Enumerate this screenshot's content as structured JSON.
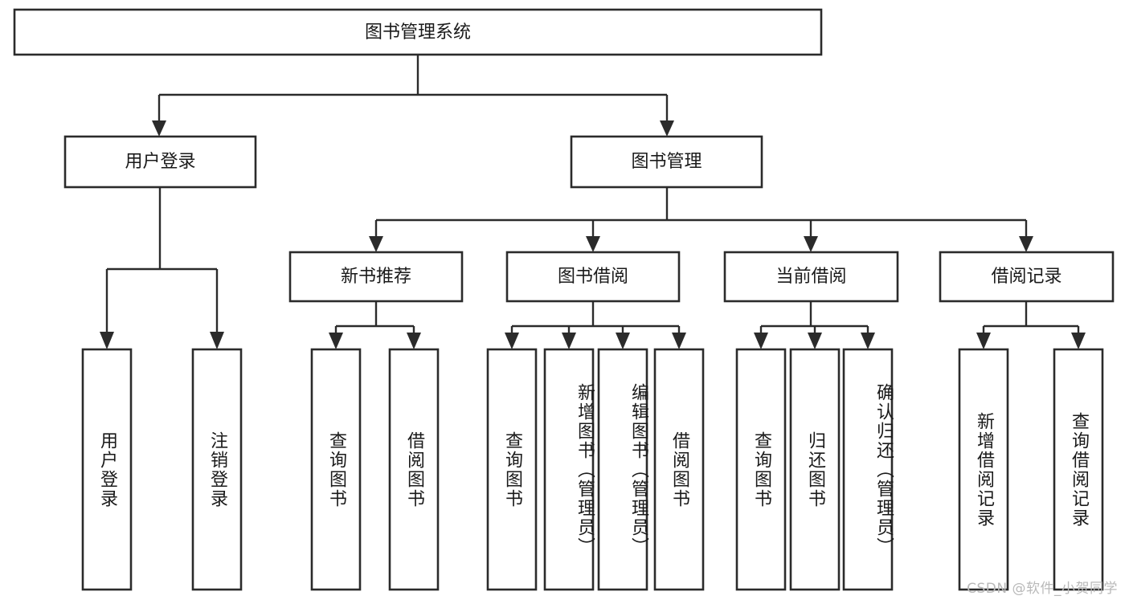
{
  "diagram": {
    "title": "图书管理系统",
    "type": "tree-hierarchy",
    "orientation": "top-down",
    "watermark": "CSDN @软件_小贺同学",
    "colors": {
      "box_stroke": "#2b2b2b",
      "box_fill": "#ffffff",
      "connector": "#2b2b2b",
      "text": "#1a1a1a",
      "background": "#ffffff",
      "watermark": "#b9b9b9"
    },
    "levels": {
      "root": {
        "label": "图书管理系统"
      },
      "level2": [
        {
          "id": "user-login",
          "label": "用户登录"
        },
        {
          "id": "book-management",
          "label": "图书管理"
        }
      ],
      "level3": [
        {
          "id": "new-book-recommend",
          "label": "新书推荐",
          "parent": "book-management"
        },
        {
          "id": "book-borrow",
          "label": "图书借阅",
          "parent": "book-management"
        },
        {
          "id": "current-borrow",
          "label": "当前借阅",
          "parent": "book-management"
        },
        {
          "id": "borrow-record",
          "label": "借阅记录",
          "parent": "book-management"
        }
      ],
      "leaves": [
        {
          "id": "leaf-user-login",
          "label": "用户登录",
          "parent": "user-login"
        },
        {
          "id": "leaf-logout-login",
          "label": "注销登录",
          "parent": "user-login"
        },
        {
          "id": "leaf-query-book-1",
          "label": "查询图书",
          "parent": "new-book-recommend"
        },
        {
          "id": "leaf-borrow-book-1",
          "label": "借阅图书",
          "parent": "new-book-recommend"
        },
        {
          "id": "leaf-query-book-2",
          "label": "查询图书",
          "parent": "book-borrow"
        },
        {
          "id": "leaf-add-book-admin",
          "label": "新增图书（管理员）",
          "parent": "book-borrow"
        },
        {
          "id": "leaf-edit-book-admin",
          "label": "编辑图书（管理员）",
          "parent": "book-borrow"
        },
        {
          "id": "leaf-borrow-book-2",
          "label": "借阅图书",
          "parent": "book-borrow"
        },
        {
          "id": "leaf-query-book-3",
          "label": "查询图书",
          "parent": "current-borrow"
        },
        {
          "id": "leaf-return-book",
          "label": "归还图书",
          "parent": "current-borrow"
        },
        {
          "id": "leaf-confirm-return-admin",
          "label": "确认归还（管理员）",
          "parent": "current-borrow"
        },
        {
          "id": "leaf-add-borrow-record",
          "label": "新增借阅记录",
          "parent": "borrow-record"
        },
        {
          "id": "leaf-query-borrow-record",
          "label": "查询借阅记录",
          "parent": "borrow-record"
        }
      ]
    }
  }
}
